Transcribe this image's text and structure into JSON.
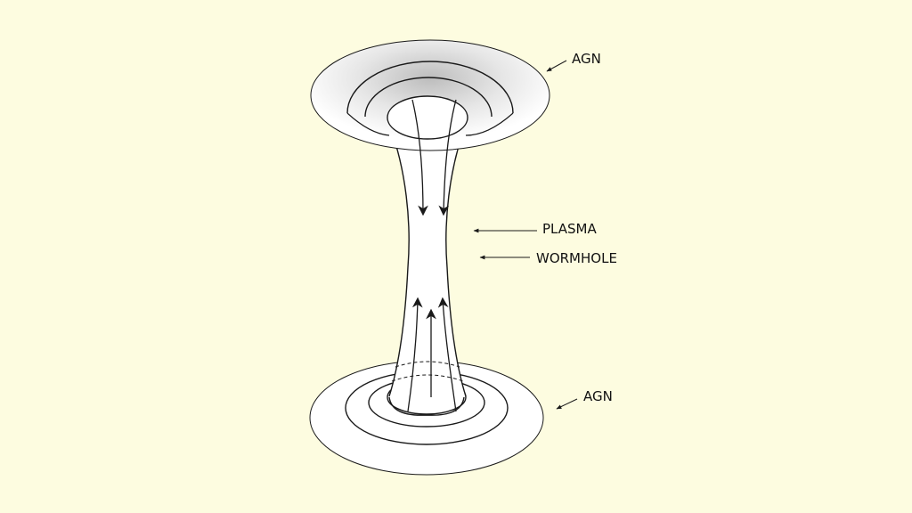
{
  "labels": {
    "top_agn": "AGN",
    "plasma": "PLASMA",
    "wormhole": "WORMHOLE",
    "bottom_agn": "AGN"
  },
  "colors": {
    "background": "#fdfce0",
    "surface": "#ffffff",
    "stroke": "#1a1a1a",
    "shade": "#c8c8c8"
  }
}
